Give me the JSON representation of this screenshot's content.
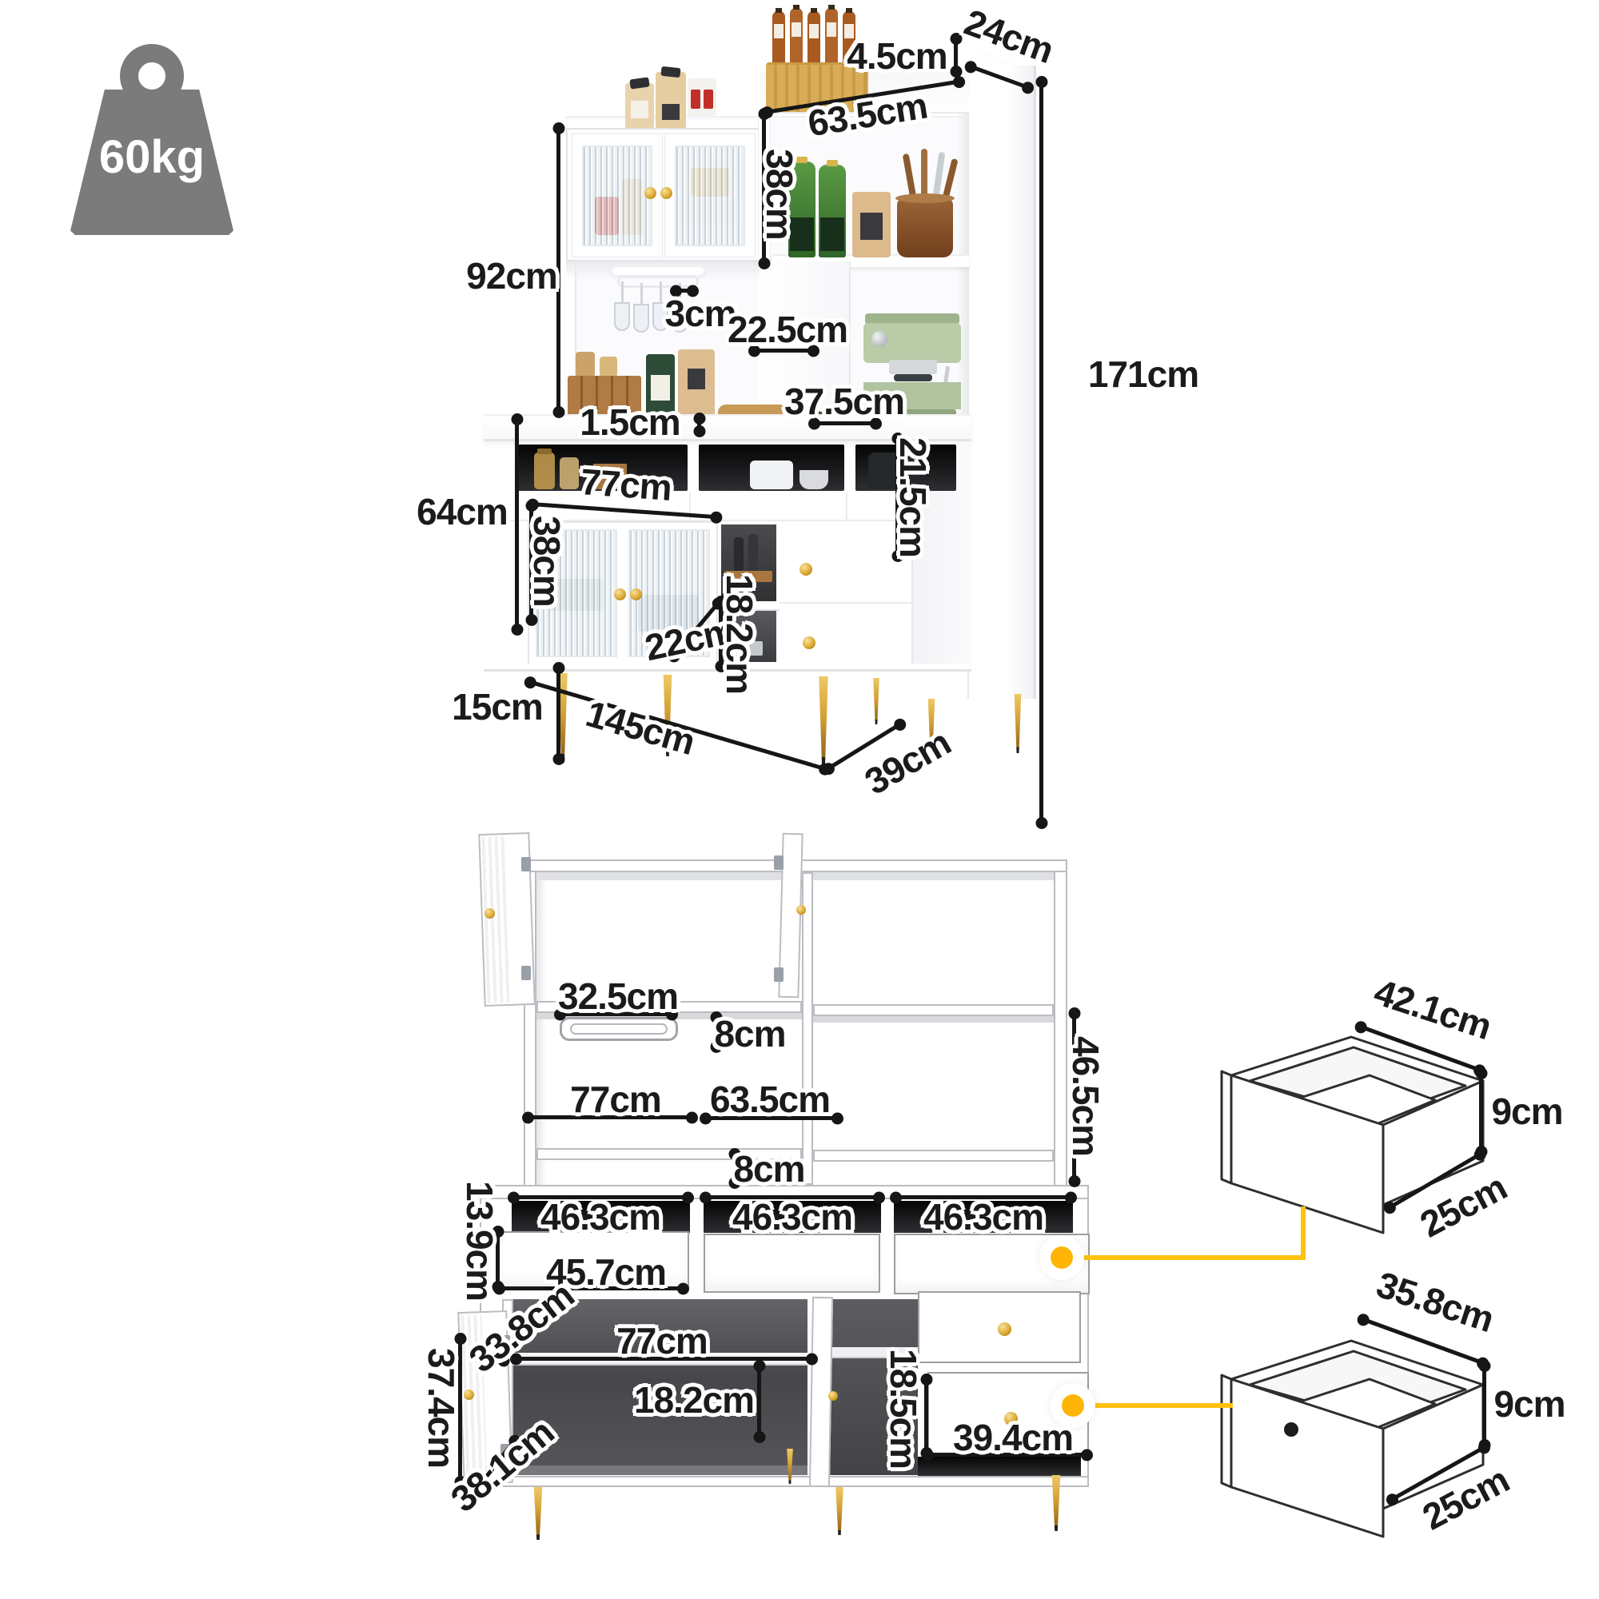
{
  "weight": {
    "capacity": "60kg"
  },
  "front_view": {
    "top_depth": "24cm",
    "top_lip": "4.5cm",
    "upper_shelf_width": "63.5cm",
    "upper_shelf_height": "38cm",
    "hutch_height": "92cm",
    "rack_gap": "3cm",
    "column_width": "22.5cm",
    "total_height": "171cm",
    "counter_lip": "1.5cm",
    "niche_width": "37.5cm",
    "cubby_height": "21.5cm",
    "base_height": "64cm",
    "door_section_width": "77cm",
    "door_height": "38cm",
    "leg_height": "15cm",
    "shelf_depth": "22cm",
    "shelf_height": "18.2cm",
    "total_width": "145cm",
    "total_depth": "39cm"
  },
  "open_view": {
    "rack_width": "32.5cm",
    "rack_clearance": "8cm",
    "left_width": "77cm",
    "right_width": "63.5cm",
    "right_height": "46.5cm",
    "shelf_gap": "8cm",
    "cubby1": "46.3cm",
    "cubby2": "46.3cm",
    "cubby3": "46.3cm",
    "drawer_height": "13.9cm",
    "drawer_width": "45.7cm",
    "door_depth": "33.8cm",
    "lower_height": "37.4cm",
    "lower_width": "77cm",
    "lower_shelf_height": "18.2cm",
    "door_width": "38.1cm",
    "right_drawer_height": "18.5cm",
    "right_drawer_width": "39.4cm"
  },
  "drawer_details": {
    "upper": {
      "width": "42.1cm",
      "height": "9cm",
      "depth": "25cm"
    },
    "lower": {
      "width": "35.8cm",
      "height": "9cm",
      "depth": "25cm"
    }
  },
  "colors": {
    "label_ink": "#1b1b1b",
    "halo": "#ffffff",
    "connector_yellow": "#FFC112",
    "hardware_gold": "#D9A62E",
    "weight_icon_gray": "#7B7B7B"
  }
}
